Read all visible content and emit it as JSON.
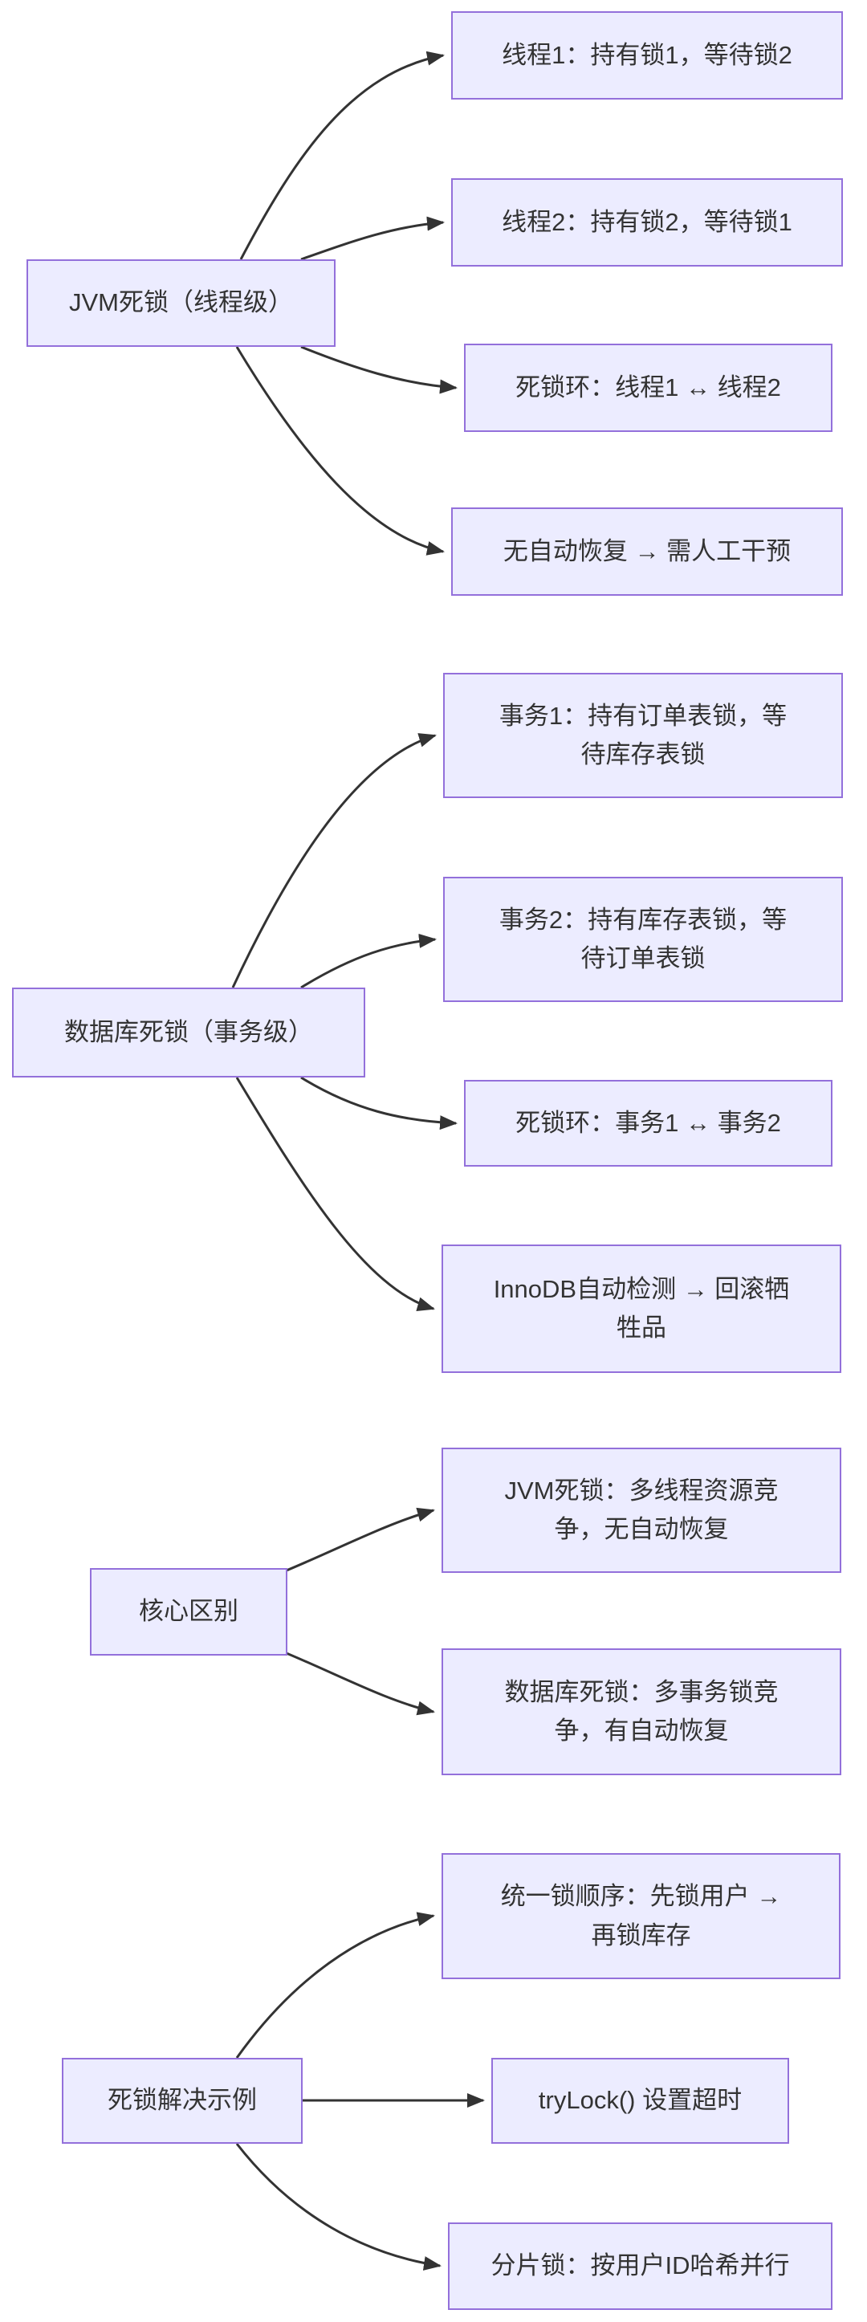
{
  "theme": {
    "background": "#ffffff",
    "node_fill": "#ececff",
    "node_border": "#9370db",
    "edge_color": "#333333",
    "text_color": "#333333"
  },
  "diagram": {
    "type": "flowchart-left-to-right",
    "groups": [
      {
        "parent": {
          "label": "JVM死锁（线程级）"
        },
        "children": [
          {
            "label": "线程1：持有锁1，等待锁2"
          },
          {
            "label": "线程2：持有锁2，等待锁1"
          },
          {
            "label": "死锁环：线程1 ↔ 线程2"
          },
          {
            "label": "无自动恢复 → 需人工干预"
          }
        ]
      },
      {
        "parent": {
          "label": "数据库死锁（事务级）"
        },
        "children": [
          {
            "label": "事务1：持有订单表锁，等\n待库存表锁"
          },
          {
            "label": "事务2：持有库存表锁，等\n待订单表锁"
          },
          {
            "label": "死锁环：事务1 ↔ 事务2"
          },
          {
            "label": "InnoDB自动检测 → 回滚牺\n牲品"
          }
        ]
      },
      {
        "parent": {
          "label": "核心区别"
        },
        "children": [
          {
            "label": "JVM死锁：多线程资源竞\n争，无自动恢复"
          },
          {
            "label": "数据库死锁：多事务锁竞\n争，有自动恢复"
          }
        ]
      },
      {
        "parent": {
          "label": "死锁解决示例"
        },
        "children": [
          {
            "label": "统一锁顺序：先锁用户 →\n再锁库存"
          },
          {
            "label": "tryLock() 设置超时"
          },
          {
            "label": "分片锁：按用户ID哈希并行"
          }
        ]
      }
    ]
  }
}
